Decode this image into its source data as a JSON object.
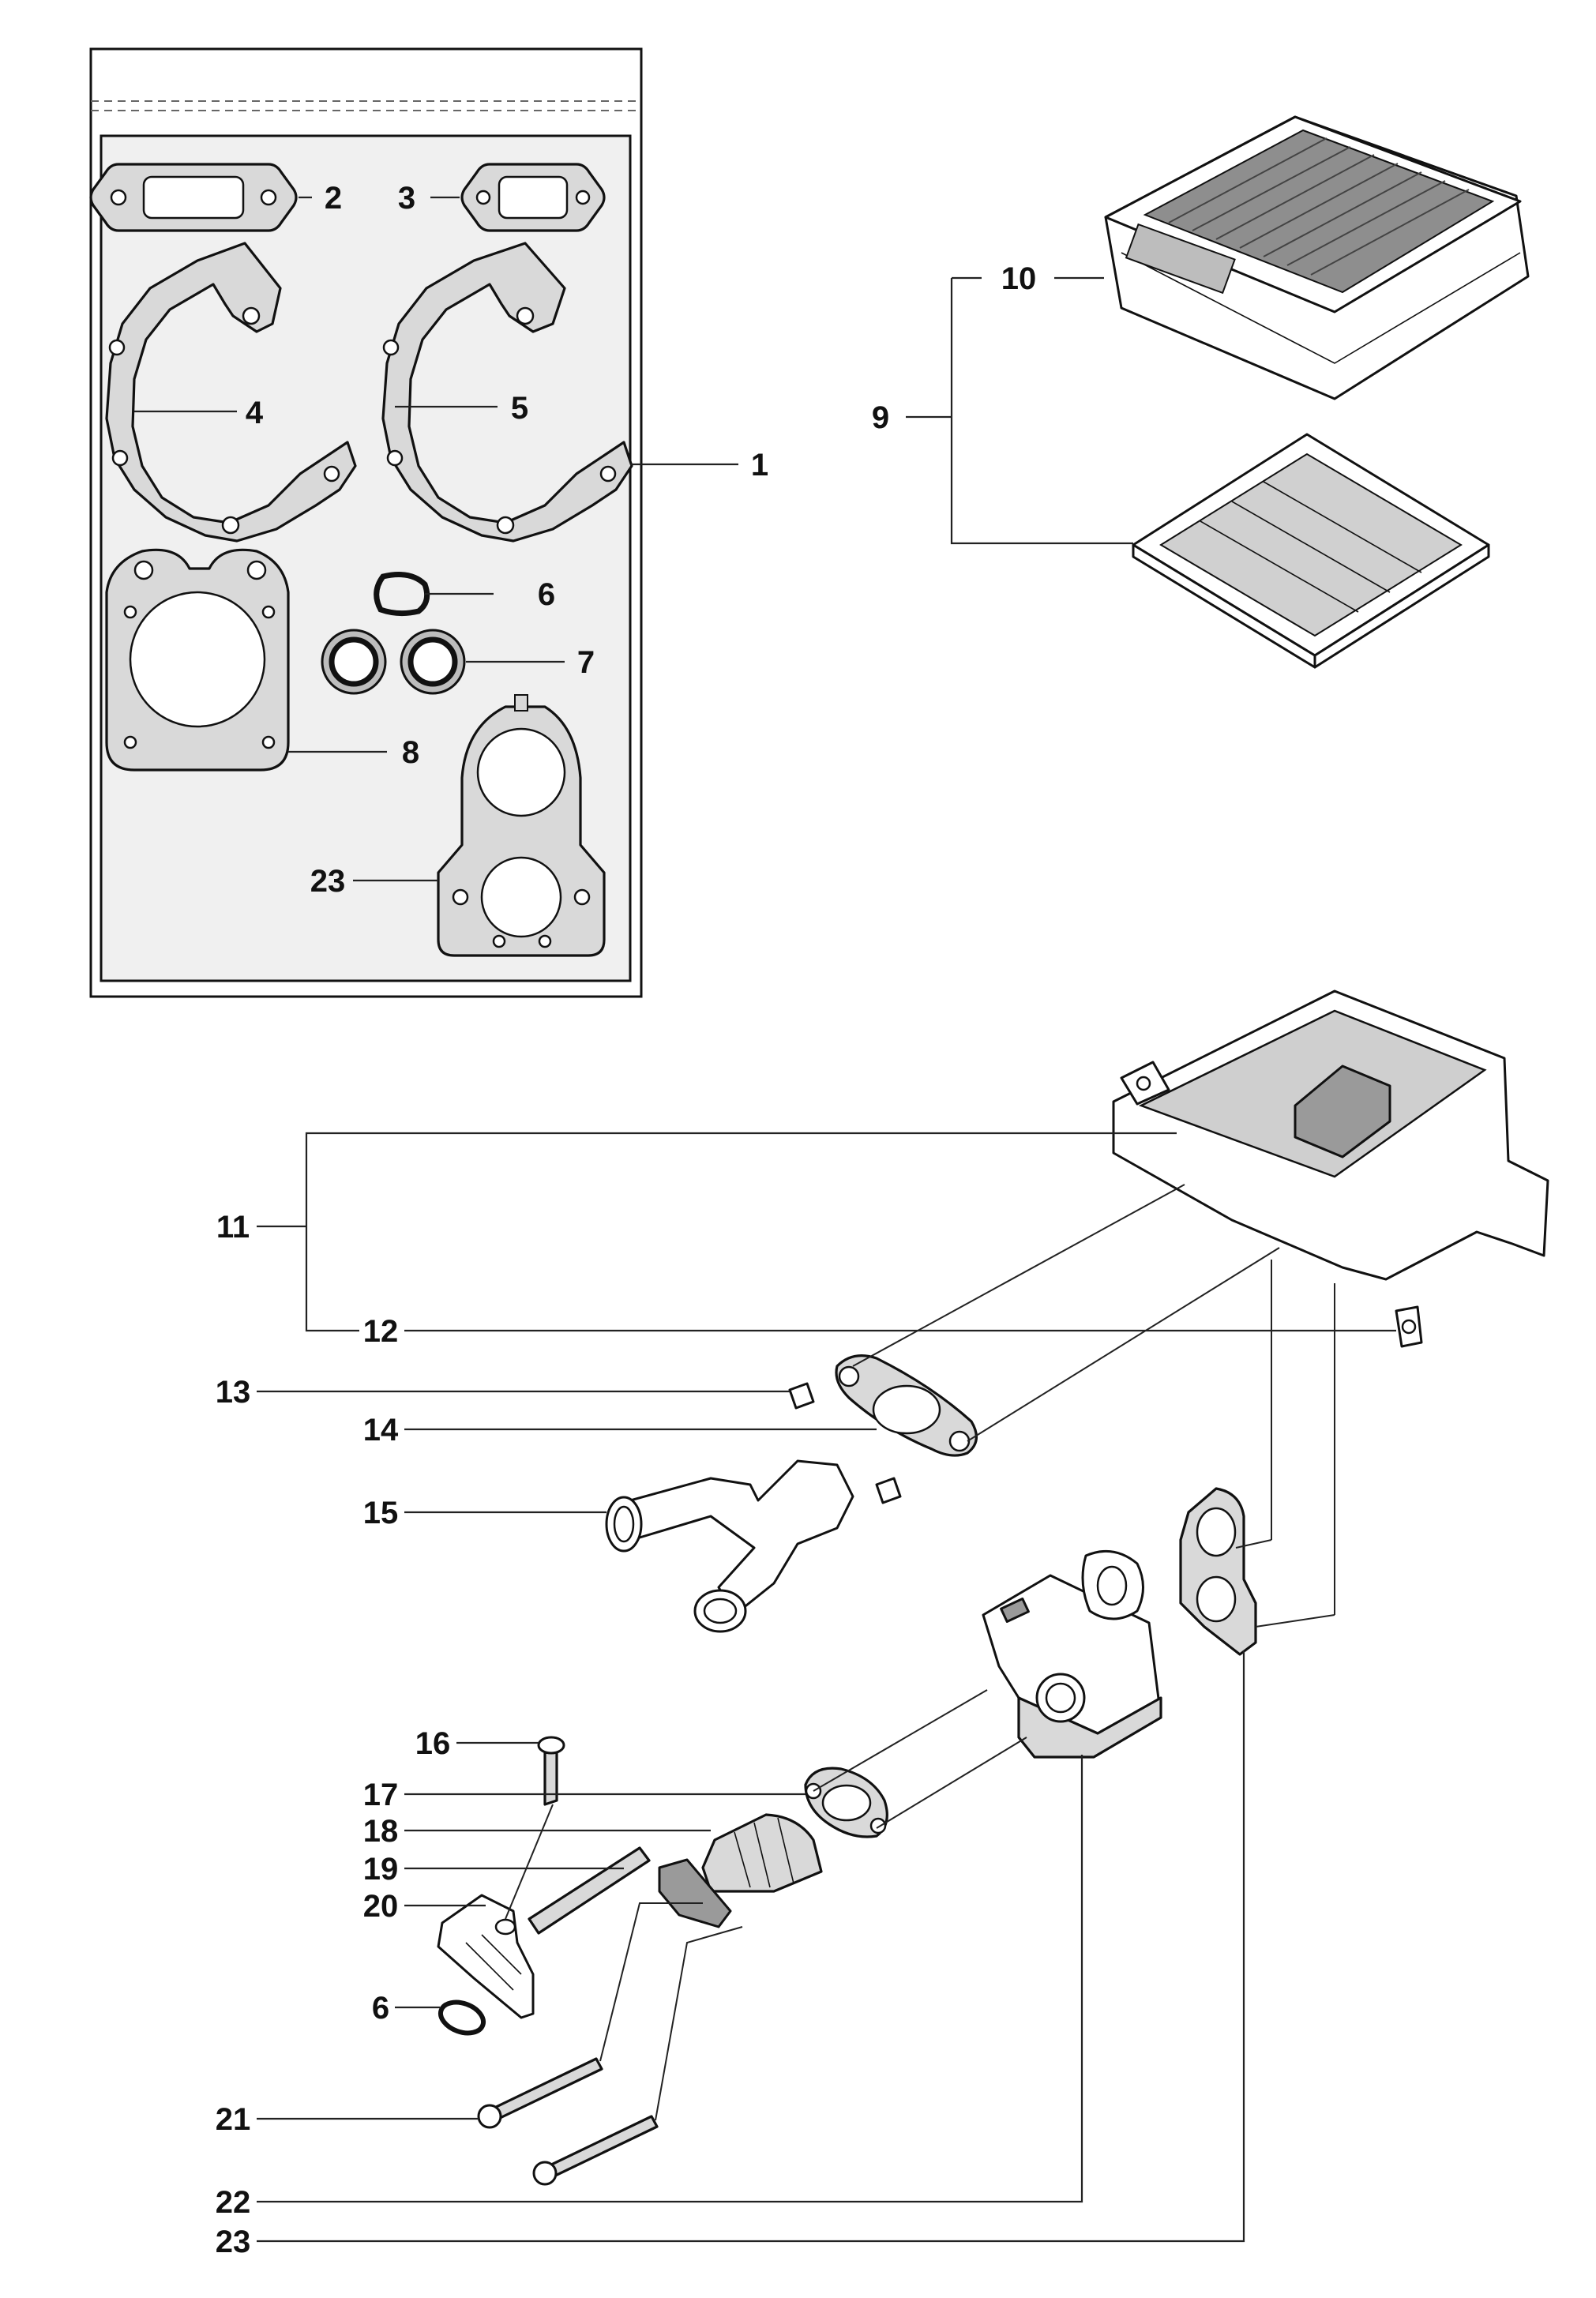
{
  "callouts": {
    "c1": "1",
    "c2": "2",
    "c3": "3",
    "c4": "4",
    "c5": "5",
    "c6a": "6",
    "c6b": "6",
    "c7": "7",
    "c8": "8",
    "c9": "9",
    "c10": "10",
    "c11": "11",
    "c12": "12",
    "c13": "13",
    "c14": "14",
    "c15": "15",
    "c16": "16",
    "c17": "17",
    "c18": "18",
    "c19": "19",
    "c20": "20",
    "c21": "21",
    "c22": "22",
    "c23a": "23",
    "c23b": "23"
  },
  "colors": {
    "line": "#111111",
    "part_fill": "#d9d9d9",
    "background": "#ffffff"
  }
}
